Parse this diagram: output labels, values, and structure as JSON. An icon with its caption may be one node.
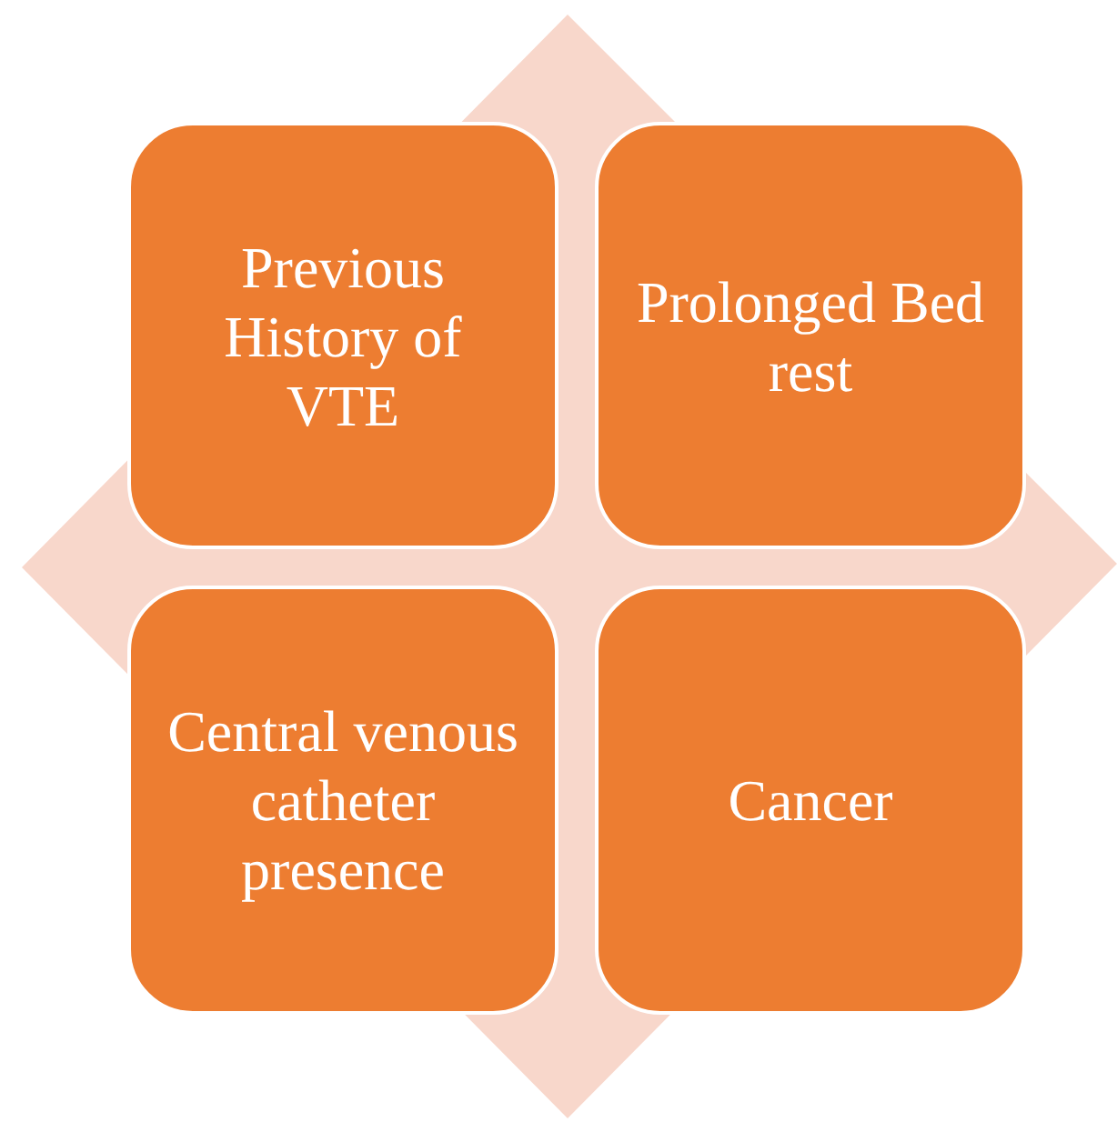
{
  "diagram": {
    "nodes": [
      {
        "text": [
          "Previous History of VTE"
        ]
      },
      {
        "text": [
          "Prolonged Bed rest"
        ]
      },
      {
        "text": [
          "Central venous catheter presence"
        ]
      },
      {
        "text": [
          "Cancer"
        ]
      }
    ]
  }
}
